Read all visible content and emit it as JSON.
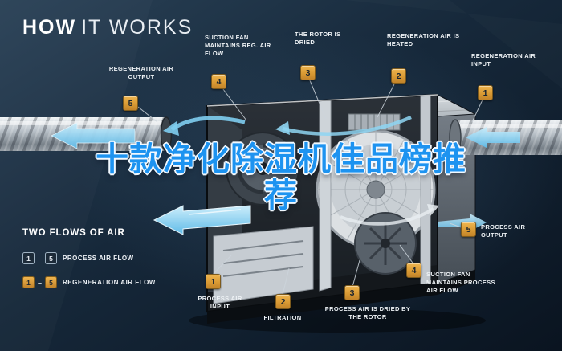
{
  "title": {
    "primary": "HOW",
    "secondary": "IT WORKS"
  },
  "overlay": {
    "line1": "十款净化除湿机佳品榜推",
    "line2": "荐"
  },
  "regeneration_steps": [
    {
      "num": "1",
      "label": "REGENERATION AIR INPUT"
    },
    {
      "num": "2",
      "label": "REGENERATION AIR IS HEATED"
    },
    {
      "num": "3",
      "label": "THE ROTOR IS DRIED"
    },
    {
      "num": "4",
      "label": "SUCTION FAN MAINTAINS REG. AIR FLOW"
    },
    {
      "num": "5",
      "label": "REGENERATION AIR OUTPUT"
    }
  ],
  "process_steps": [
    {
      "num": "1",
      "label": "PROCESS AIR INPUT"
    },
    {
      "num": "2",
      "label": "FILTRATION"
    },
    {
      "num": "3",
      "label": "PROCESS AIR IS DRIED BY THE ROTOR"
    },
    {
      "num": "4",
      "label": "SUCTION FAN MAINTAINS PROCESS AIR FLOW"
    },
    {
      "num": "5",
      "label": "PROCESS AIR OUTPUT"
    }
  ],
  "legend": {
    "heading": "TWO FLOWS OF AIR",
    "rows": [
      {
        "from": "1",
        "to": "5",
        "label": "PROCESS AIR FLOW"
      },
      {
        "from": "1",
        "to": "5",
        "label": "REGENERATION AIR FLOW"
      }
    ]
  },
  "colors": {
    "badge_gold": "#d99a34",
    "flow_blue": "#7ecdf0",
    "overlay_blue": "#1d93f0",
    "background_navy": "#16283a",
    "label_white": "#eef2f5"
  }
}
